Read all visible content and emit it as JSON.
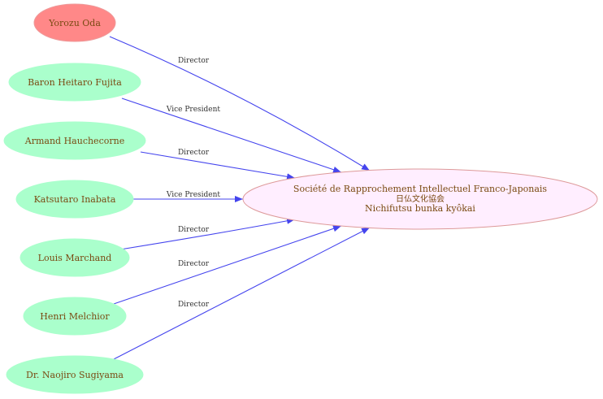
{
  "colors": {
    "person_fill": "#aaffcc",
    "highlight_fill": "#ff8888",
    "highlight_stroke": "#ee9999",
    "org_fill": "#ffeeff",
    "org_stroke": "#dd9999",
    "edge": "#4444ee",
    "node_text": "#7a4a12",
    "edge_text": "#333333"
  },
  "organization": {
    "name_fr": "Société de Rapprochement Intellectuel Franco-Japonais",
    "name_ja": "日仏文化協会",
    "name_romaji": "Nichifutsu bunka kyôkai"
  },
  "people": [
    {
      "id": "p0",
      "name": "Yorozu Oda",
      "role": "Director",
      "highlight": true
    },
    {
      "id": "p1",
      "name": "Baron Heitaro Fujita",
      "role": "Vice President",
      "highlight": false
    },
    {
      "id": "p2",
      "name": "Armand Hauchecorne",
      "role": "Director",
      "highlight": false
    },
    {
      "id": "p3",
      "name": "Katsutaro Inabata",
      "role": "Vice President",
      "highlight": false
    },
    {
      "id": "p4",
      "name": "Louis Marchand",
      "role": "Director",
      "highlight": false
    },
    {
      "id": "p5",
      "name": "Henri Melchior",
      "role": "Director",
      "highlight": false
    },
    {
      "id": "p6",
      "name": "Dr. Naojiro Sugiyama",
      "role": "Director",
      "highlight": false
    }
  ]
}
